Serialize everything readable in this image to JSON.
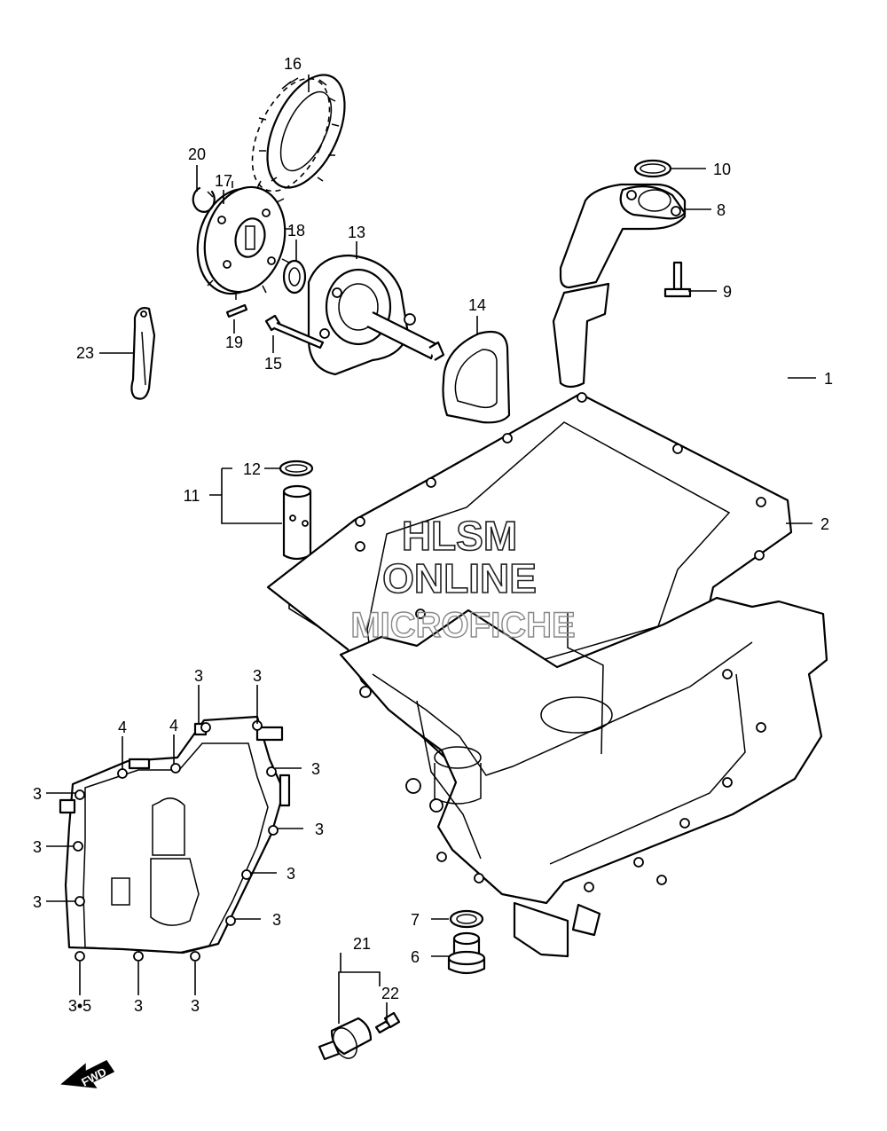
{
  "watermark": {
    "line1": "HLSM",
    "line2": "ONLINE",
    "line3": "MICROFICHE"
  },
  "direction_badge": "FWD",
  "callouts": {
    "c1": "1",
    "c2": "2",
    "c6": "6",
    "c7": "7",
    "c8": "8",
    "c9": "9",
    "c10": "10",
    "c11": "11",
    "c12": "12",
    "c13": "13",
    "c14": "14",
    "c15": "15",
    "c16": "16",
    "c17": "17",
    "c18": "18",
    "c19": "19",
    "c20": "20",
    "c21": "21",
    "c22": "22",
    "c23": "23",
    "c3": "3",
    "c4": "4",
    "c35": "3•5"
  }
}
